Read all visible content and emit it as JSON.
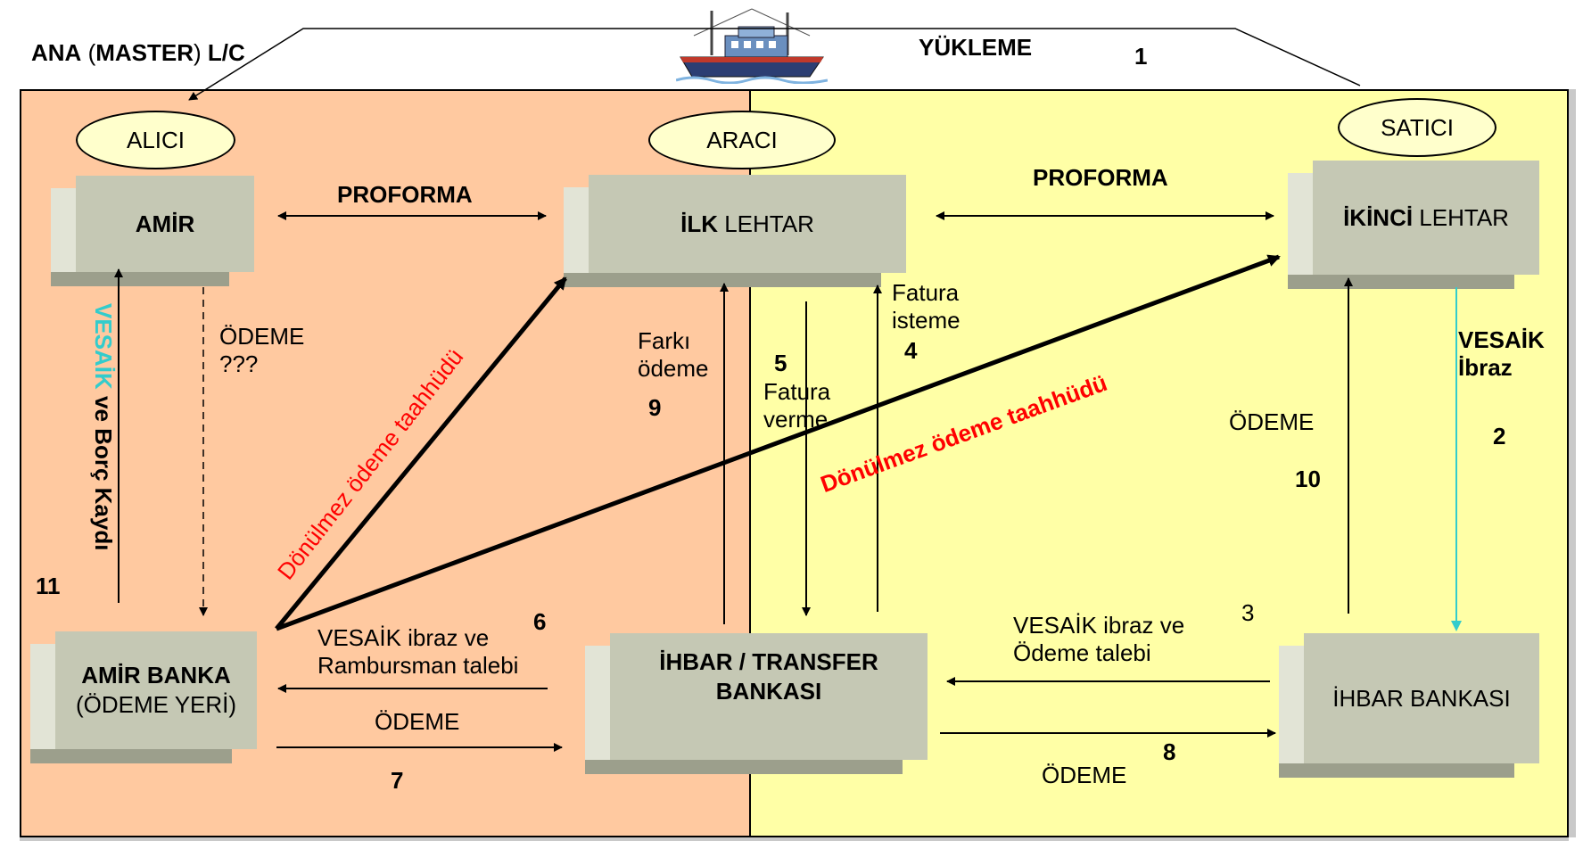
{
  "title_parts": {
    "p1": "ANA",
    "p2": " (",
    "p3": "MASTER",
    "p4": ") ",
    "p5": "L/C"
  },
  "yukleme": "YÜKLEME",
  "parties": {
    "alici": "ALICI",
    "araci": "ARACI",
    "satici": "SATICI"
  },
  "boxes": {
    "amir": "AMİR",
    "ilk_lehtar_bold": "İLK",
    "ilk_lehtar_rest": " LEHTAR",
    "ikinci_lehtar_bold": "İKİNCİ",
    "ikinci_lehtar_rest": " LEHTAR",
    "amir_banka_line1": "AMİR BANKA",
    "amir_banka_line2": "(ÖDEME YERİ)",
    "ihbar_transfer_line1": "İHBAR / TRANSFER",
    "ihbar_transfer_line2": "BANKASI",
    "ihbar_bankasi": "İHBAR BANKASI"
  },
  "labels": {
    "proforma_left": "PROFORMA",
    "proforma_right": "PROFORMA",
    "odeme_q1": "ÖDEME",
    "odeme_q2": "???",
    "vesaik_side": "VESAİK",
    "borc_side": " ve Borç Kaydı",
    "farki1": "Farkı",
    "farki2": "ödeme",
    "fatura_isteme1": "Fatura",
    "fatura_isteme2": "isteme",
    "fatura_verme1": "Fatura",
    "fatura_verme2": "verme",
    "donulmez1": "Dönülmez ödeme taahhüdü",
    "donulmez2": "Dönülmez ödeme taahhüdü",
    "vesaik_ibraz_right1": "VESAİK",
    "vesaik_ibraz_right2": "İbraz",
    "odeme_right": "ÖDEME",
    "vesaik_ramb1": "VESAİK ibraz ve",
    "vesaik_ramb2": "Rambursman talebi",
    "odeme_left_bottom": "ÖDEME",
    "vesaik_odeme1": "VESAİK ibraz ve",
    "vesaik_odeme2": "Ödeme talebi",
    "odeme_bottom_right": "ÖDEME"
  },
  "numbers": {
    "n1": "1",
    "n2": "2",
    "n3": "3",
    "n4": "4",
    "n5": "5",
    "n6": "6",
    "n7": "7",
    "n8": "8",
    "n9": "9",
    "n10": "10",
    "n11": "11"
  },
  "colors": {
    "left_panel": "#FFC9A0",
    "right_panel": "#FFFFA6",
    "box": "#c5c8b4",
    "red": "#ff0000",
    "cyan": "#33CCCC"
  },
  "icons": {
    "ship": "ship-icon"
  }
}
